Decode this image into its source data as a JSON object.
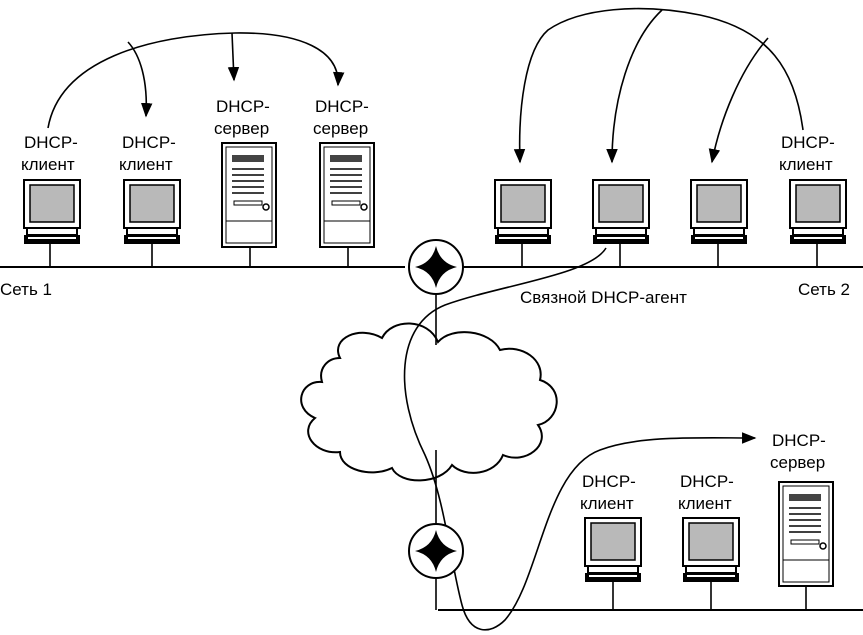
{
  "network1": {
    "label": "Сеть 1",
    "clients": [
      {
        "line1": "DHCP-",
        "line2": "клиент"
      },
      {
        "line1": "DHCP-",
        "line2": "клиент"
      }
    ],
    "servers": [
      {
        "line1": "DHCP-",
        "line2": "сервер"
      },
      {
        "line1": "DHCP-",
        "line2": "сервер"
      }
    ]
  },
  "network2": {
    "label": "Сеть 2",
    "client": {
      "line1": "DHCP-",
      "line2": "клиент"
    },
    "relay_agent_label": "Связной DHCP-агент"
  },
  "network3": {
    "clients": [
      {
        "line1": "DHCP-",
        "line2": "клиент"
      },
      {
        "line1": "DHCP-",
        "line2": "клиент"
      }
    ],
    "server": {
      "line1": "DHCP-",
      "line2": "сервер"
    }
  },
  "icons": {
    "workstation": "workstation-icon",
    "server": "server-icon",
    "router": "router-icon",
    "cloud": "cloud-icon"
  }
}
